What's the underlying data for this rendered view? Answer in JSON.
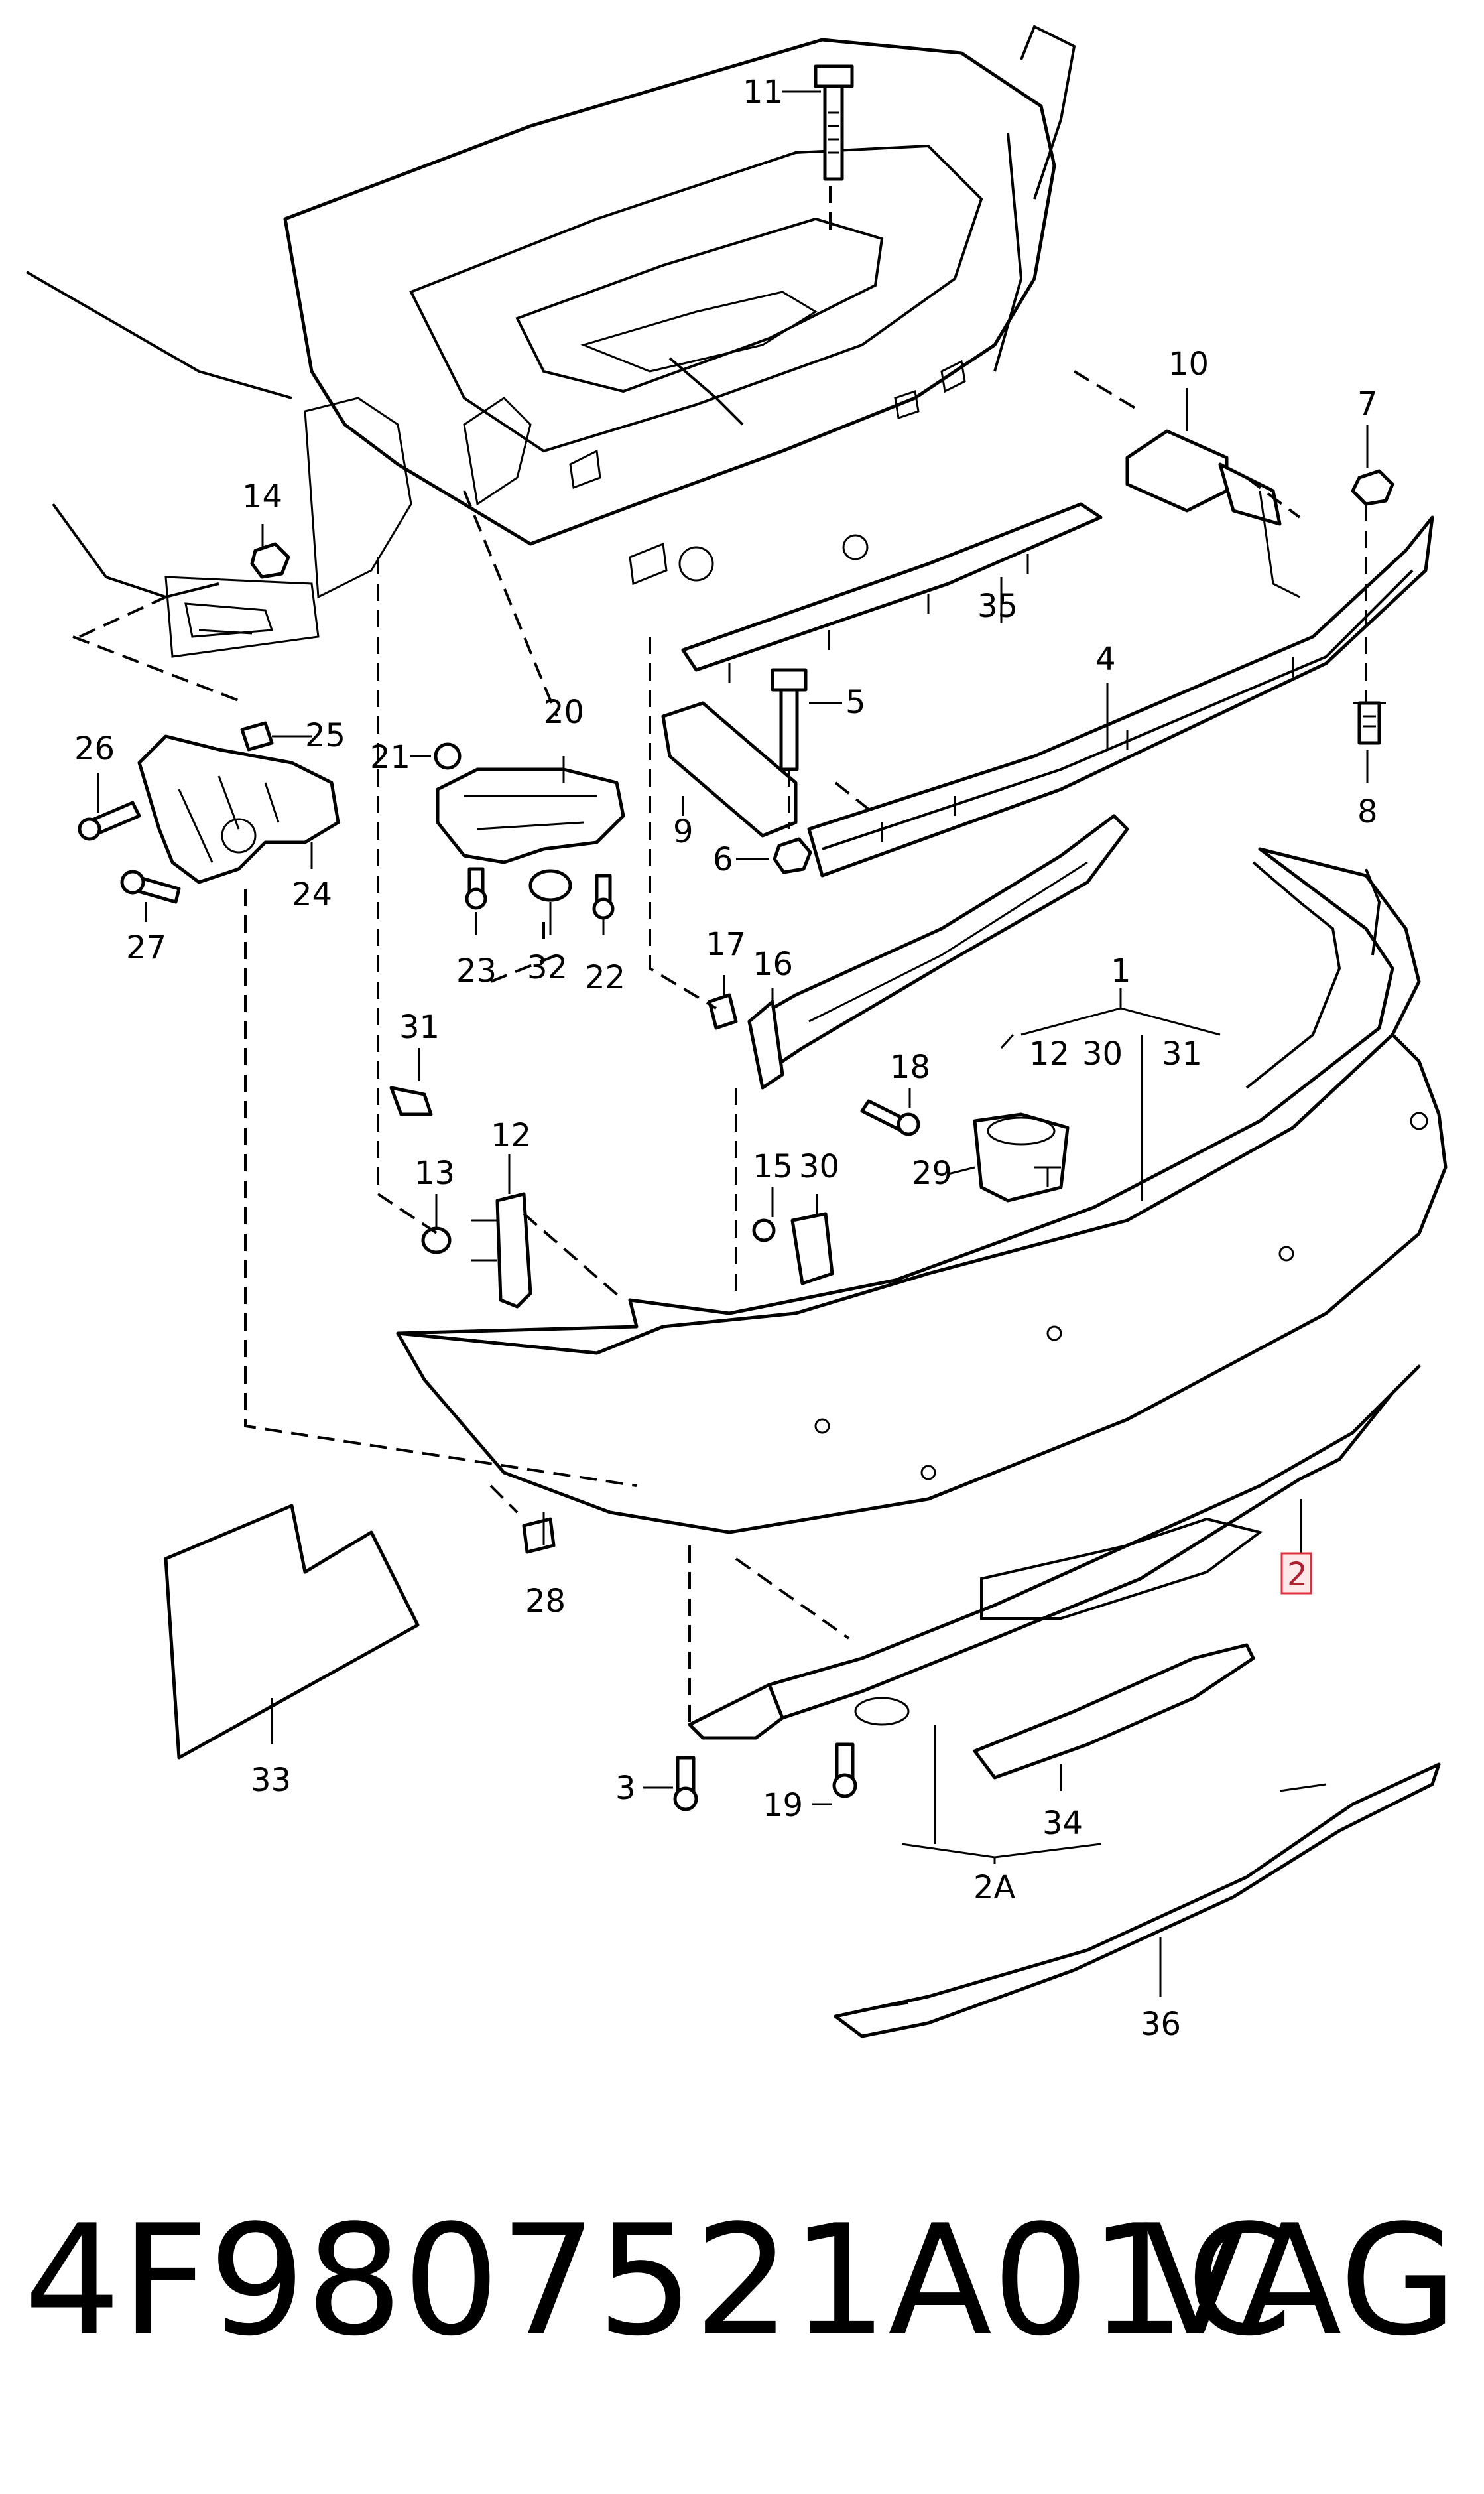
{
  "diagram": {
    "callouts": [
      {
        "id": "11",
        "label": "11"
      },
      {
        "id": "10",
        "label": "10"
      },
      {
        "id": "7",
        "label": "7"
      },
      {
        "id": "14",
        "label": "14"
      },
      {
        "id": "35",
        "label": "35"
      },
      {
        "id": "4",
        "label": "4"
      },
      {
        "id": "20",
        "label": "20"
      },
      {
        "id": "5",
        "label": "5"
      },
      {
        "id": "26",
        "label": "26"
      },
      {
        "id": "25",
        "label": "25"
      },
      {
        "id": "21",
        "label": "21"
      },
      {
        "id": "8",
        "label": "8"
      },
      {
        "id": "9",
        "label": "9"
      },
      {
        "id": "6",
        "label": "6"
      },
      {
        "id": "24",
        "label": "24"
      },
      {
        "id": "27",
        "label": "27"
      },
      {
        "id": "23",
        "label": "23"
      },
      {
        "id": "32",
        "label": "32"
      },
      {
        "id": "22",
        "label": "22"
      },
      {
        "id": "17",
        "label": "17"
      },
      {
        "id": "16",
        "label": "16"
      },
      {
        "id": "1",
        "label": "1"
      },
      {
        "id": "1-12",
        "label": "12"
      },
      {
        "id": "1-30",
        "label": "30"
      },
      {
        "id": "1-31",
        "label": "31"
      },
      {
        "id": "31",
        "label": "31"
      },
      {
        "id": "18",
        "label": "18"
      },
      {
        "id": "12",
        "label": "12"
      },
      {
        "id": "29",
        "label": "29"
      },
      {
        "id": "13",
        "label": "13"
      },
      {
        "id": "15",
        "label": "15"
      },
      {
        "id": "30",
        "label": "30"
      },
      {
        "id": "2",
        "label": "2",
        "highlighted": true
      },
      {
        "id": "28",
        "label": "28"
      },
      {
        "id": "33",
        "label": "33"
      },
      {
        "id": "3",
        "label": "3"
      },
      {
        "id": "19",
        "label": "19"
      },
      {
        "id": "34",
        "label": "34"
      },
      {
        "id": "2A",
        "label": "2A"
      },
      {
        "id": "36",
        "label": "36"
      }
    ],
    "highlight_color": "#e0303f"
  },
  "footer": {
    "part_number": "4F9807521A01C",
    "brand": "VAG"
  }
}
